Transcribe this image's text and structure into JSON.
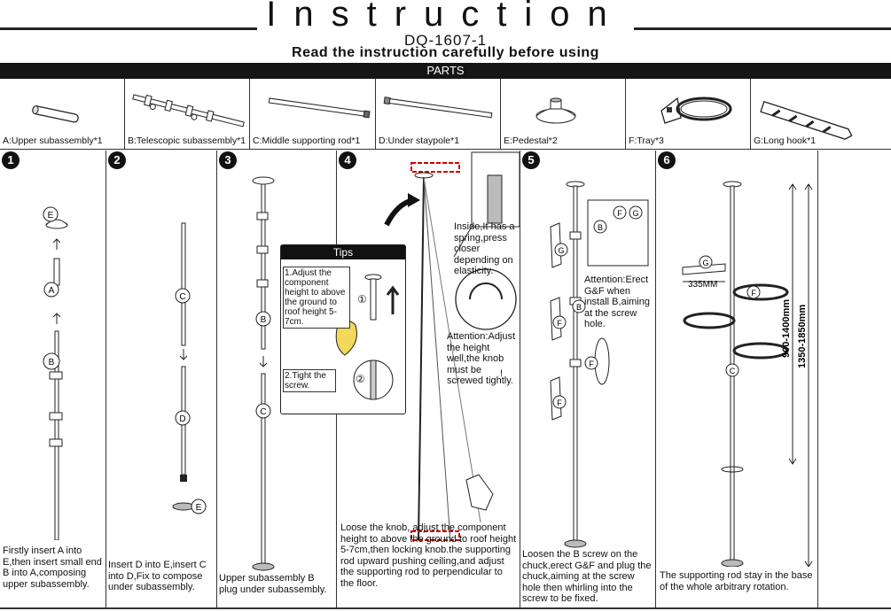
{
  "header": {
    "title": "Instruction",
    "model": "DQ-1607-1",
    "subtitle": "Read the instruction carefully before using"
  },
  "parts": {
    "heading": "PARTS",
    "items": [
      {
        "label": "A:Upper subassembly*1"
      },
      {
        "label": "B:Telescopic subassembly*1"
      },
      {
        "label": "C:Middle supporting rod*1"
      },
      {
        "label": "D:Under staypole*1"
      },
      {
        "label": "E:Pedestal*2"
      },
      {
        "label": "F:Tray*3"
      },
      {
        "label": "G:Long hook*1"
      }
    ]
  },
  "steps": [
    {
      "number": "1",
      "text": "Firstly insert A into E,then insert small end B into A,composing upper subassembly.",
      "callouts": [
        "E",
        "A",
        "B"
      ]
    },
    {
      "number": "2",
      "text": "Insert D into E,insert C into D,Fix to compose under subassembly.",
      "callouts": [
        "C",
        "D",
        "E"
      ]
    },
    {
      "number": "3",
      "text": "Upper subassembly B plug under subassembly.",
      "callouts": [
        "B",
        "C"
      ]
    },
    {
      "number": "4",
      "text": "Loose the knob, adjust the component height to above the ground to roof height 5-7cm,then locking knob.the supporting rod upward pushing ceiling,and adjust the supporting rod to perpendicular to the floor.",
      "inset_note": "Inside,It has a spring,press closer depending on elasticity.",
      "attention": "Attention:Adjust the height well,the knob must be screwed tightly.",
      "attention_mark": "!"
    },
    {
      "number": "5",
      "text": "Loosen the B screw on the chuck,erect G&F and plug the chuck,aiming at the screw hole then whirling into the screw to be fixed.",
      "attention": "Attention:Erect G&F when install B,aiming at the screw hole.",
      "callouts": [
        "G",
        "F",
        "B",
        "F",
        "F",
        "F",
        "G",
        "B"
      ]
    },
    {
      "number": "6",
      "text": "The supporting rod stay in the base of the whole arbitrary rotation.",
      "dim_width": "335MM",
      "dim_height_inner": "900-1400mm",
      "dim_height_outer": "1350-1850mm",
      "callouts": [
        "G",
        "F",
        "C"
      ]
    }
  ],
  "tips": {
    "heading": "Tips",
    "items": [
      {
        "num": "①",
        "text": "1.Adjust the component height to above the ground to roof height 5-7cm."
      },
      {
        "num": "②",
        "text": "2.Tight the screw."
      }
    ]
  }
}
